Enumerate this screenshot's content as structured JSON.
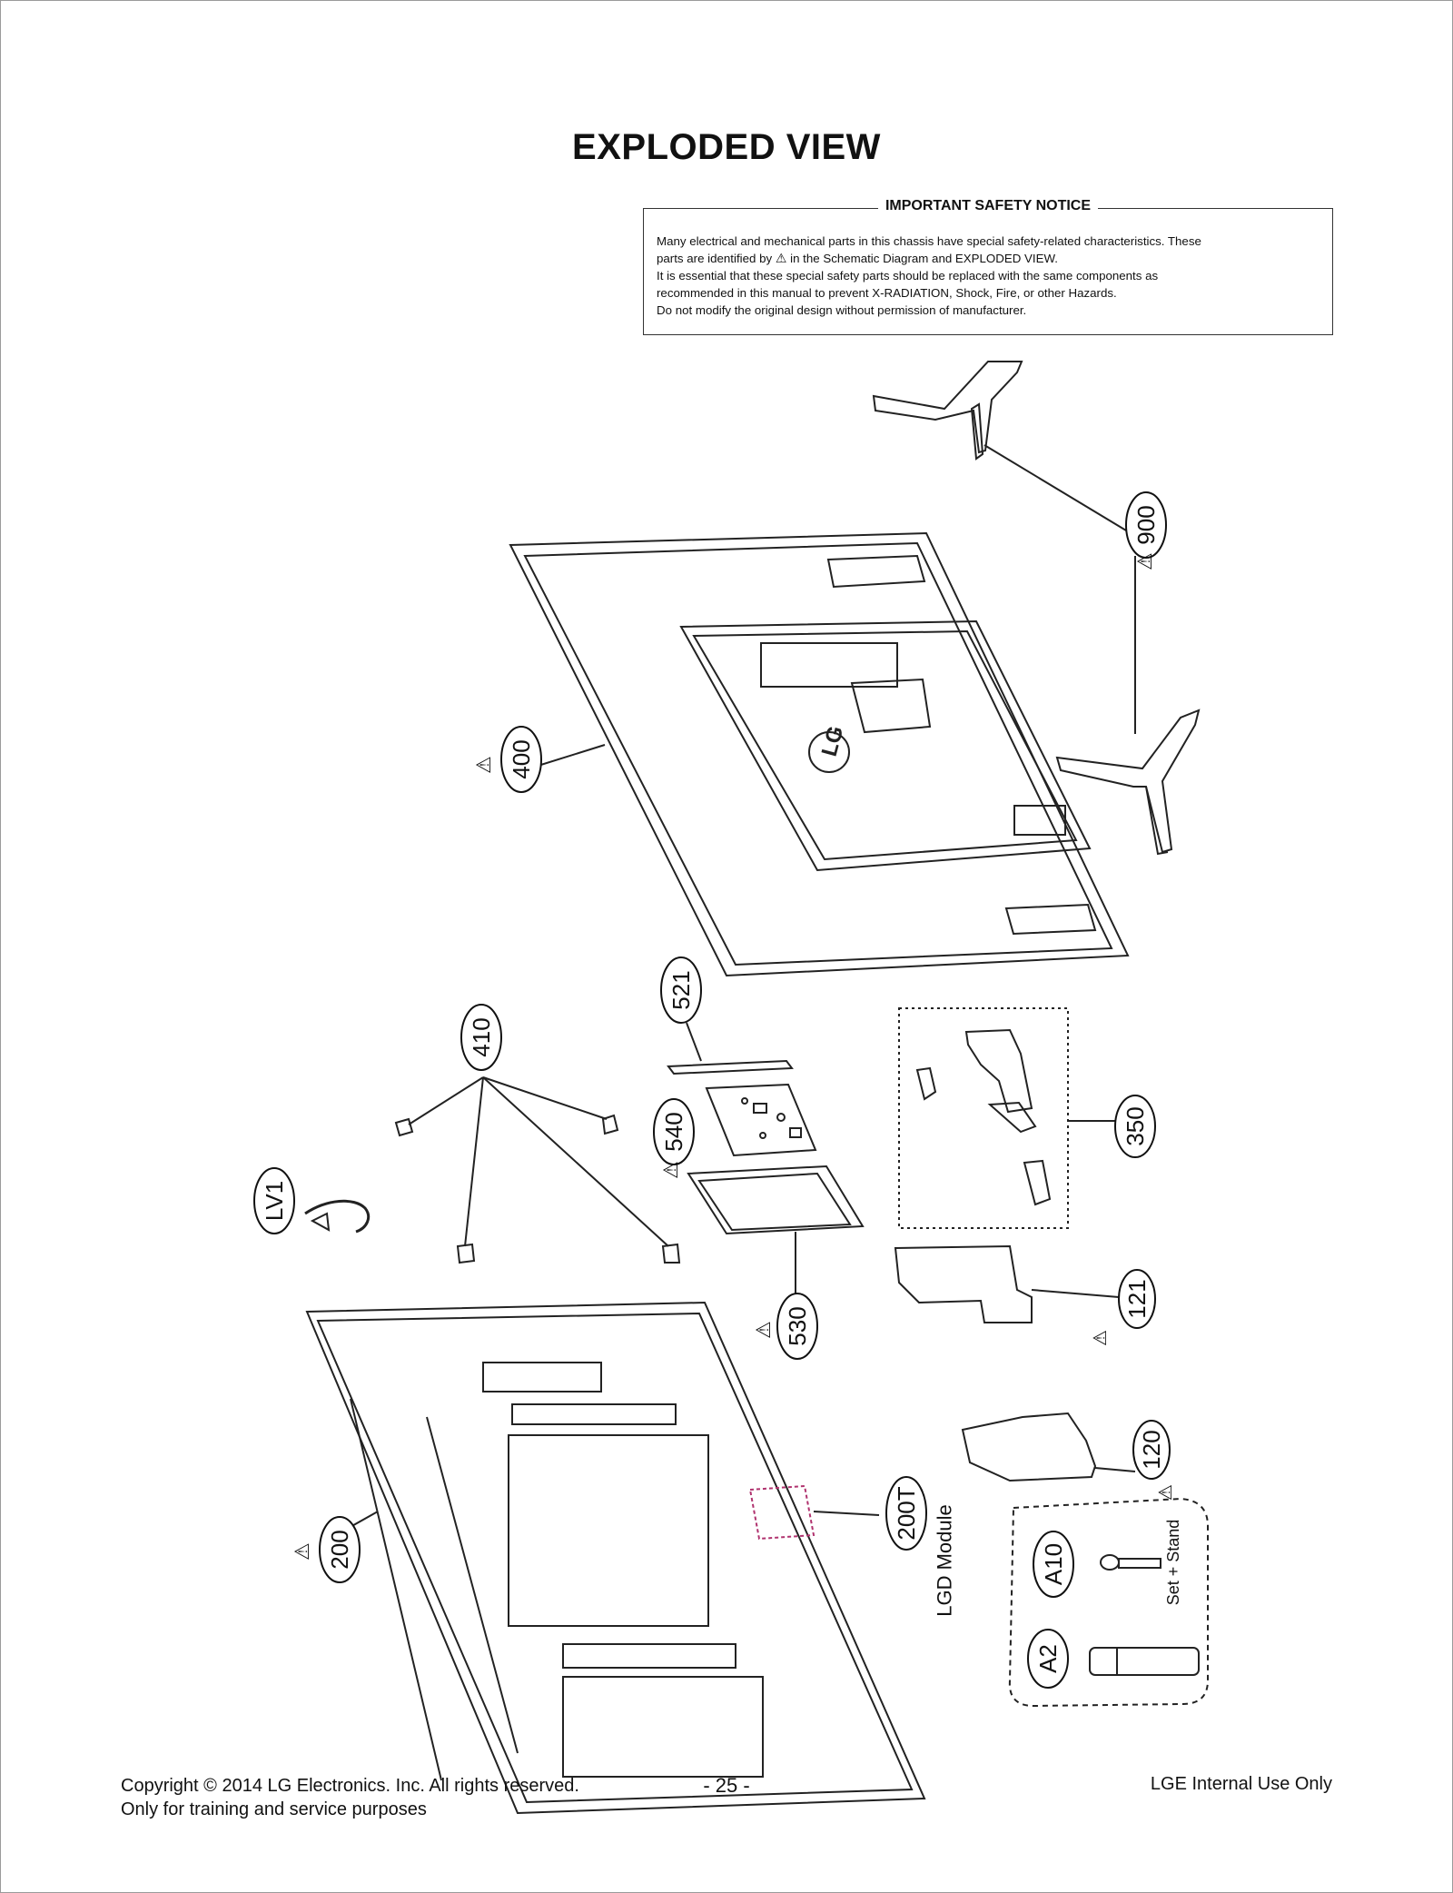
{
  "page": {
    "title": "EXPLODED VIEW"
  },
  "notice": {
    "heading": "IMPORTANT SAFETY NOTICE",
    "line1": "Many electrical and mechanical parts in this chassis have special safety-related characteristics. These",
    "line2_pre": "parts are identified by",
    "line2_post": "in the Schematic Diagram and EXPLODED VIEW.",
    "line3": "It is essential that these special safety parts should be replaced with the same components as",
    "line4": "recommended in this manual to prevent X-RADIATION, Shock, Fire, or other Hazards.",
    "line5": "Do not modify the original design without permission of manufacturer."
  },
  "parts": {
    "p900": "900",
    "p400": "400",
    "p521": "521",
    "p410": "410",
    "p540": "540",
    "p350": "350",
    "plv1": "LV1",
    "p530": "530",
    "p121": "121",
    "p120": "120",
    "p200t": "200T",
    "p200": "200",
    "pa10": "A10",
    "pa2": "A2"
  },
  "labels": {
    "lgd_module": "LGD Module",
    "set_stand": "Set + Stand",
    "lg_logo": "LG"
  },
  "footer": {
    "copyright": "Copyright  © 2014 LG Electronics. Inc. All rights reserved.",
    "purpose": "Only for training and service purposes",
    "page_number": "- 25 -",
    "internal": "LGE Internal Use Only"
  }
}
